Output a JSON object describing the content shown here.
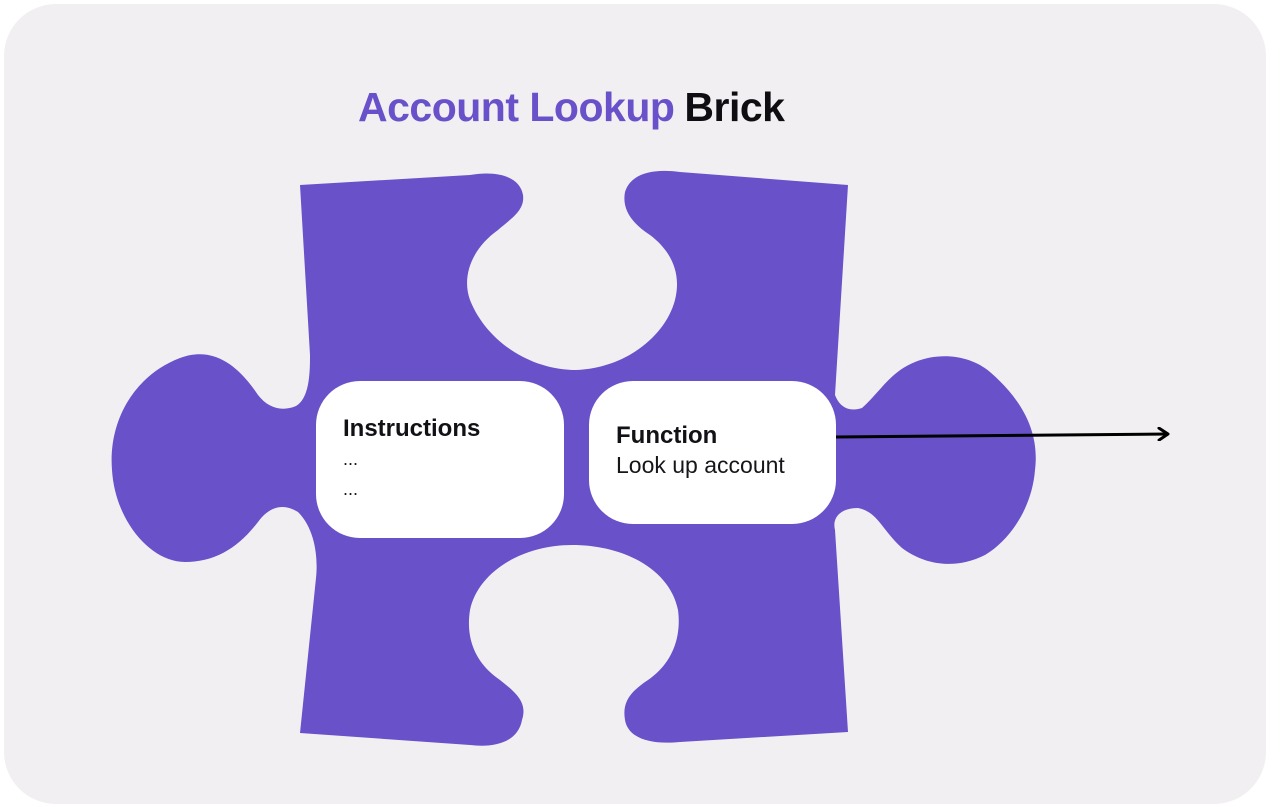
{
  "title": {
    "accent_text": "Account Lookup",
    "rest_text": "Brick"
  },
  "cards": {
    "instructions": {
      "title": "Instructions",
      "lines": [
        "...",
        "..."
      ]
    },
    "function": {
      "title": "Function",
      "line": "Look up account"
    }
  },
  "colors": {
    "background": "#f2eff3",
    "puzzle_piece": "#6851c9",
    "accent_text": "#6851c9",
    "card": "#ffffff",
    "arrow": "#000000"
  },
  "icons": {
    "puzzle": "puzzle-piece-icon",
    "arrow": "arrow-right-icon"
  }
}
